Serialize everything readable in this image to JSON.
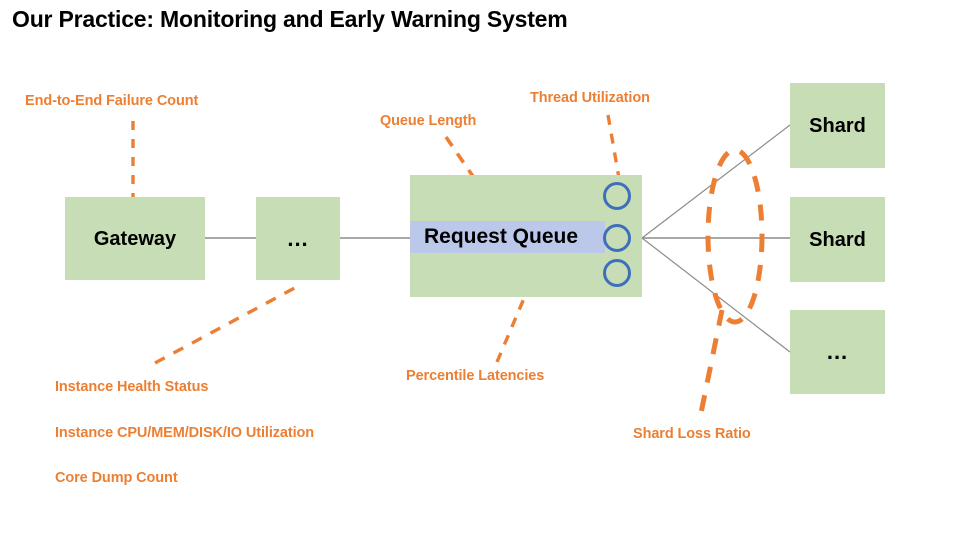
{
  "slide": {
    "title": "Our Practice: Monitoring and Early Warning System",
    "background_color": "#ffffff"
  },
  "colors": {
    "node_green": "#c6ddb5",
    "queue_band_blue": "#bcc8ea",
    "annotation_orange": "#ec7f33",
    "circle_stroke_blue": "#3f6fba",
    "connector_gray": "#8c8c8c",
    "title_black": "#000000"
  },
  "diagram": {
    "nodes": [
      {
        "id": "gateway",
        "label": "Gateway",
        "kind": "box"
      },
      {
        "id": "middle-ellipsis",
        "label": "...",
        "kind": "box"
      },
      {
        "id": "request-queue",
        "label": "Request Queue",
        "kind": "queue"
      },
      {
        "id": "shard-1",
        "label": "Shard",
        "kind": "box"
      },
      {
        "id": "shard-2",
        "label": "Shard",
        "kind": "box"
      },
      {
        "id": "shard-ellipsis",
        "label": "...",
        "kind": "box"
      }
    ],
    "thread_pool": {
      "count": 3,
      "shape": "circle",
      "stroke_color": "#3f6fba"
    },
    "highlight_ellipse": {
      "label_ref": "shard-loss-ratio",
      "style": "dashed",
      "color": "#ec7f33"
    }
  },
  "annotations": [
    {
      "id": "end-to-end-failure-count",
      "label": "End-to-End Failure Count",
      "target": "gateway"
    },
    {
      "id": "queue-length",
      "label": "Queue Length",
      "target": "request-queue"
    },
    {
      "id": "thread-utilization",
      "label": "Thread Utilization",
      "target": "thread-pool"
    },
    {
      "id": "instance-health-status",
      "label": "Instance Health Status",
      "target": "middle-ellipsis"
    },
    {
      "id": "instance-resource-utilization",
      "label": "Instance CPU/MEM/DISK/IO Utilization",
      "target": "middle-ellipsis"
    },
    {
      "id": "core-dump-count",
      "label": "Core Dump Count",
      "target": "middle-ellipsis"
    },
    {
      "id": "percentile-latencies",
      "label": "Percentile Latencies",
      "target": "request-queue"
    },
    {
      "id": "shard-loss-ratio",
      "label": "Shard Loss Ratio",
      "target": "shards"
    }
  ]
}
